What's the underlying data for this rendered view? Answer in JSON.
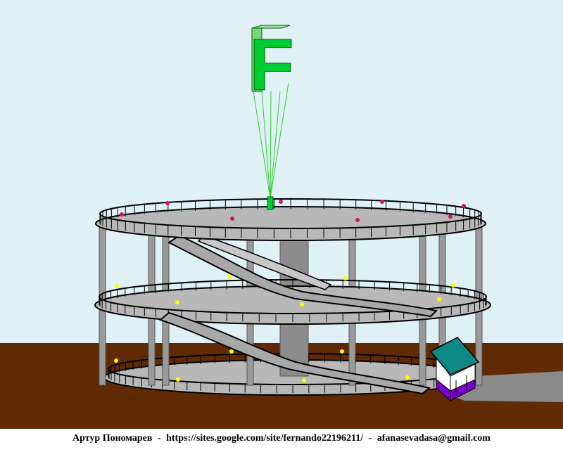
{
  "scene": {
    "sign_letter": "F",
    "colors": {
      "sky": "#dff1f5",
      "ground": "#602b04",
      "sign_green": "#00cc33",
      "platform_gray": "#b8b8b8",
      "railing": "#000000",
      "top_lights": "#d1156b",
      "lower_lights": "#ffff00",
      "kiosk_roof": "#0d8a86",
      "kiosk_base": "#7a00cc"
    },
    "icons": [
      "spiral-parking-tower",
      "sign-letter-f",
      "kiosk-booth"
    ]
  },
  "caption": {
    "author": "Артур Пономарев",
    "separator1": "-",
    "url": "https://sites.google.com/site/fernando22196211/",
    "separator2": "-",
    "email": "afanasevadasa@gmail.com"
  }
}
